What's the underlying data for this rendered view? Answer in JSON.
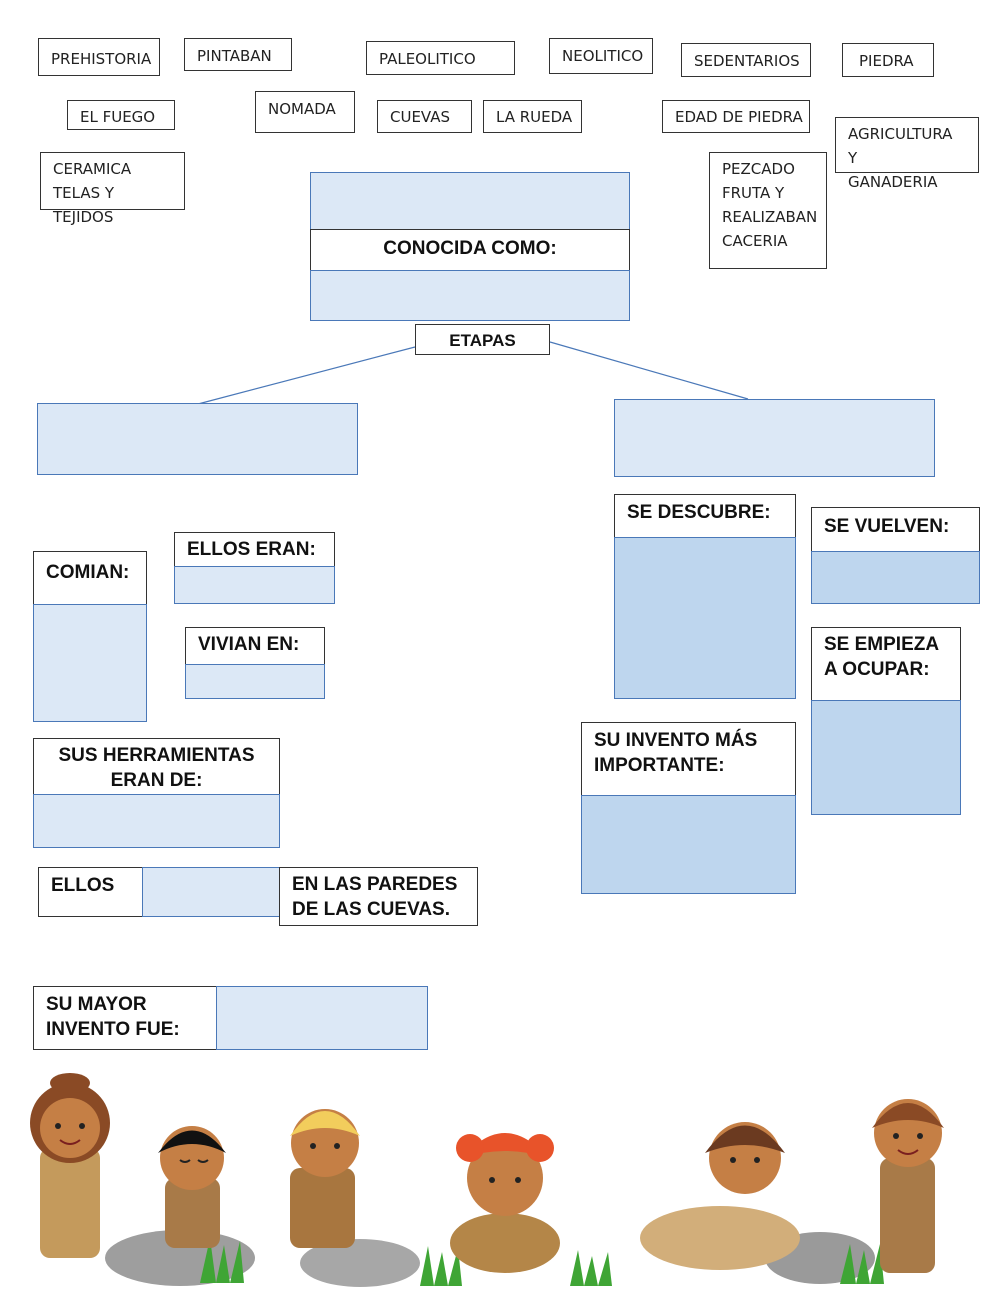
{
  "word_bank": [
    {
      "id": "prehistoria",
      "text": "PREHISTORIA"
    },
    {
      "id": "pintaban",
      "text": "PINTABAN"
    },
    {
      "id": "paleolitico",
      "text": "PALEOLITICO"
    },
    {
      "id": "neolitico",
      "text": "NEOLITICO"
    },
    {
      "id": "sedentarios",
      "text": "SEDENTARIOS"
    },
    {
      "id": "piedra",
      "text": "PIEDRA"
    },
    {
      "id": "el-fuego",
      "text": "EL FUEGO"
    },
    {
      "id": "nomada",
      "text": "NOMADA"
    },
    {
      "id": "cuevas",
      "text": "CUEVAS"
    },
    {
      "id": "la-rueda",
      "text": "LA RUEDA"
    },
    {
      "id": "edad-de-piedra",
      "text": "EDAD DE PIEDRA"
    },
    {
      "id": "agricultura",
      "lines": [
        "AGRICULTURA Y",
        "GANADERIA"
      ]
    },
    {
      "id": "ceramica",
      "lines": [
        "CERAMICA",
        "TELAS Y TEJIDOS"
      ]
    },
    {
      "id": "pezcado",
      "lines": [
        "PEZCADO",
        "FRUTA Y",
        "REALIZABAN",
        "CACERIA"
      ]
    }
  ],
  "labels": {
    "conocida_como": "CONOCIDA COMO:",
    "etapas": "ETAPAS",
    "comian": "COMIAN:",
    "ellos_eran": "ELLOS ERAN:",
    "vivian_en": "VIVIAN EN:",
    "herramientas": [
      "SUS HERRAMIENTAS",
      "ERAN DE:"
    ],
    "ellos": "ELLOS",
    "en_las_paredes": [
      "EN LAS PAREDES",
      "DE LAS CUEVAS."
    ],
    "mayor_invento": [
      "SU MAYOR",
      "INVENTO FUE:"
    ],
    "se_descubre": "SE DESCUBRE:",
    "se_vuelven": "SE VUELVEN:",
    "se_empieza": [
      "SE EMPIEZA",
      "A OCUPAR:"
    ],
    "invento_importante": [
      "SU INVENTO MÁS",
      "IMPORTANTE:"
    ]
  },
  "colors": {
    "drop_light": "#dce8f6",
    "drop_dark": "#bed6ee",
    "drop_border": "#4a78b8",
    "connector": "#4a78b8"
  }
}
